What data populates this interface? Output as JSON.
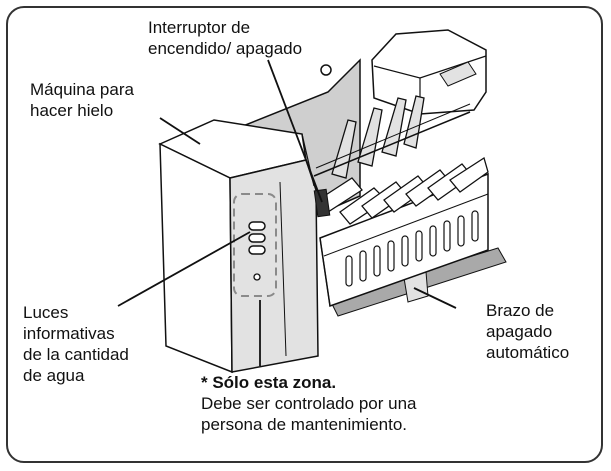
{
  "labels": {
    "switch": [
      "Interruptor de",
      "encendido/ apagado"
    ],
    "machine": [
      "Máquina para",
      "hacer hielo"
    ],
    "lights": [
      "Luces",
      "informativas",
      "de la cantidad",
      "de agua"
    ],
    "arm": [
      "Brazo de",
      "apagado",
      "automático"
    ],
    "note": {
      "heading": "* Sólo esta zona.",
      "lines": [
        "Debe ser controlado por una",
        "persona de mantenimiento."
      ]
    }
  },
  "colors": {
    "line": "#111111",
    "body_front": "#ffffff",
    "body_side": "#e2e2e2",
    "back_plate": "#cfcfcf",
    "shadow": "#a9a9a9",
    "dashed_zone": "#8a8a8a"
  }
}
